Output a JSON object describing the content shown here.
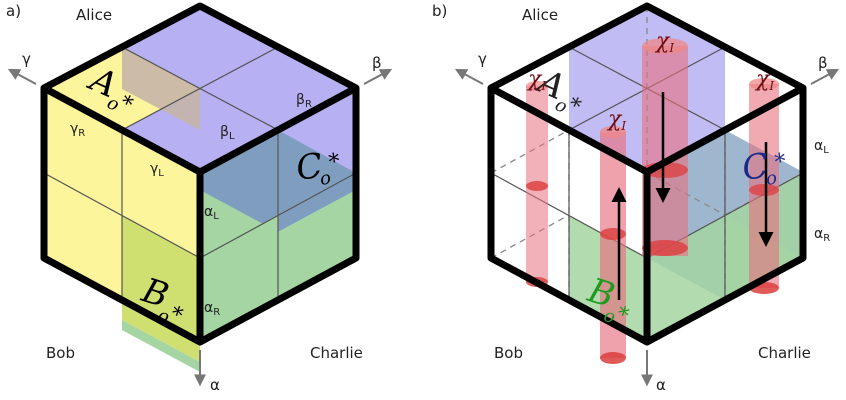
{
  "panels": [
    {
      "id": "a",
      "panel_label": "a)",
      "parties": {
        "top": "Alice",
        "left": "Bob",
        "right": "Charlie"
      },
      "axes": {
        "gamma": "γ",
        "beta": "β",
        "alpha": "α"
      },
      "regions": {
        "A": "A",
        "B": "B",
        "C": "C",
        "sub": "o",
        "star": "*"
      },
      "edge_labels": {
        "gamma_R": {
          "sym": "γ",
          "sub": "R"
        },
        "gamma_L": {
          "sym": "γ",
          "sub": "L"
        },
        "beta_R": {
          "sym": "β",
          "sub": "R"
        },
        "beta_L": {
          "sym": "β",
          "sub": "L"
        },
        "alpha_L": {
          "sym": "α",
          "sub": "L"
        },
        "alpha_R": {
          "sym": "α",
          "sub": "R"
        }
      }
    },
    {
      "id": "b",
      "panel_label": "b)",
      "parties": {
        "top": "Alice",
        "left": "Bob",
        "right": "Charlie"
      },
      "axes": {
        "gamma": "γ",
        "beta": "β",
        "alpha": "α"
      },
      "regions": {
        "A": "A",
        "B": "B",
        "C": "C",
        "sub": "o",
        "star": "*"
      },
      "chi": {
        "sym": "χ",
        "sub": "I"
      },
      "edge_labels": {
        "alpha_L": {
          "sym": "α",
          "sub": "L"
        },
        "alpha_R": {
          "sym": "α",
          "sub": "R"
        }
      }
    }
  ],
  "colors": {
    "yellow": "#fdf59c",
    "purple": "#b7b0f2",
    "green": "#a4d5a2",
    "overlap_yb": "#cfe070",
    "overlap_pc": "#7f9ebf",
    "overlap_pa": "#c5b5a8",
    "tube": "#e7707f",
    "tube_end": "#dc3d3d",
    "edge": "#000000"
  }
}
